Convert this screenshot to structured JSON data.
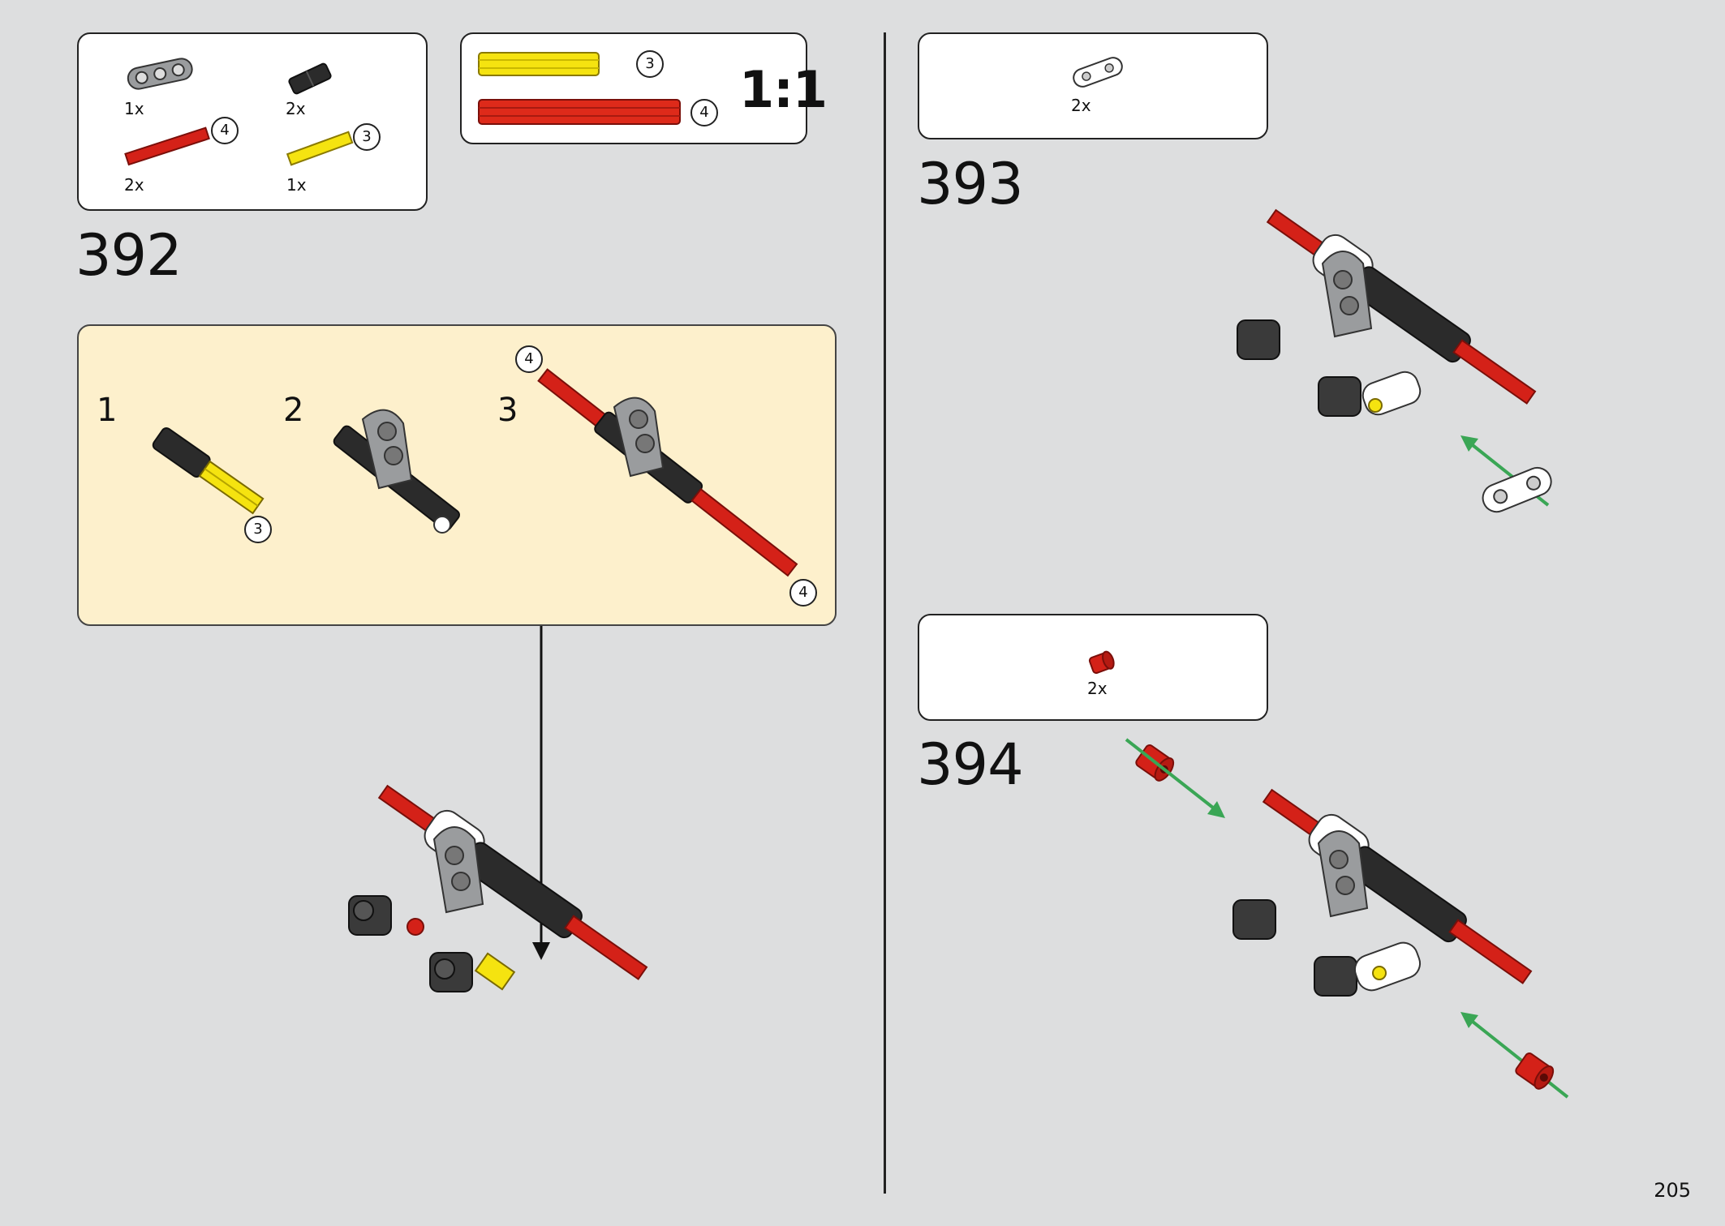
{
  "page_number": "205",
  "scale_label": "1:1",
  "step_392": {
    "number": "392",
    "parts": [
      {
        "name": "gray-beam-3",
        "qty": "1x"
      },
      {
        "name": "black-axle-connector",
        "qty": "2x"
      },
      {
        "name": "red-axle-4",
        "qty": "2x",
        "length": "4"
      },
      {
        "name": "yellow-axle-3",
        "qty": "1x",
        "length": "3"
      }
    ],
    "ruler": [
      {
        "color": "#f5e310",
        "length": "3"
      },
      {
        "color": "#de2a1a",
        "length": "4"
      }
    ],
    "substeps": [
      {
        "label": "1",
        "badge": "3"
      },
      {
        "label": "2"
      },
      {
        "label": "3",
        "badge_top": "4",
        "badge_bottom": "4"
      }
    ]
  },
  "step_393": {
    "number": "393",
    "parts": [
      {
        "name": "white-beam-2",
        "qty": "2x"
      }
    ]
  },
  "step_394": {
    "number": "394",
    "parts": [
      {
        "name": "red-bush",
        "qty": "2x"
      }
    ]
  },
  "colors": {
    "background": "#dddedf",
    "callout": "#fdf0cc",
    "red": "#d42118",
    "yellow": "#f5e310",
    "black": "#2b2b2b",
    "gray": "#9a9c9e",
    "white": "#ffffff",
    "arrow_green": "#3aa655"
  }
}
